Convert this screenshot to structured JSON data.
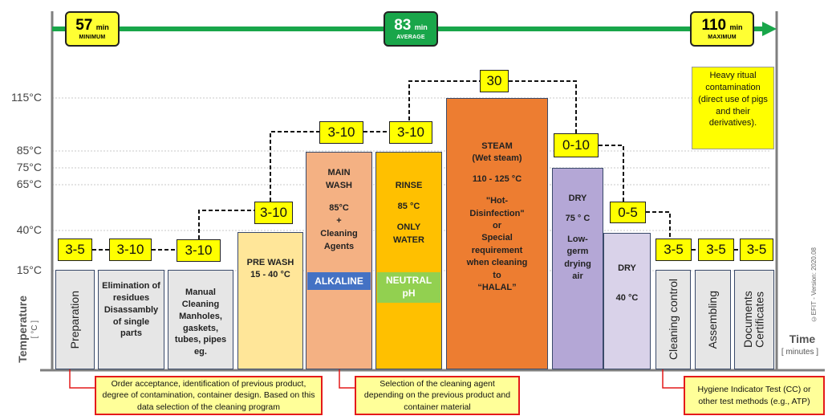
{
  "header": {
    "min": {
      "value": "57",
      "unit": "min",
      "caption": "MINIMUM"
    },
    "avg": {
      "value": "83",
      "unit": "min",
      "caption": "AVERAGE"
    },
    "max": {
      "value": "110",
      "unit": "min",
      "caption": "MAXIMUM"
    }
  },
  "axis": {
    "ylabel": "Temperature",
    "yunit": "[ °C ]",
    "xlabel": "Time",
    "xunit": "[ minutes ]",
    "ticks": [
      "115°C",
      "85°C",
      "75°C",
      "65°C",
      "40°C",
      "15°C"
    ]
  },
  "phases": {
    "preparation": "Preparation",
    "elimination": "Elimination of residues Disassambly of single parts",
    "manual": "Manual Cleaning Manholes, gaskets, tubes, pipes eg.",
    "prewash": "PRE WASH 15 - 40 °C",
    "mainwash": {
      "l1": "MAIN",
      "l2": "WASH",
      "l3": "85°C",
      "l4": "+",
      "l5": "Cleaning",
      "l6": "Agents",
      "tag": "ALKALINE"
    },
    "rinse": {
      "l1": "RINSE",
      "l2": "85 °C",
      "l3": "ONLY",
      "l4": "WATER",
      "tag": "NEUTRAL pH"
    },
    "steam": {
      "l1": "STEAM",
      "l2": "(Wet steam)",
      "l3": "110 - 125 °C",
      "l4": "\"Hot-",
      "l5": "Disinfection\"",
      "l6": "or",
      "l7": "Special",
      "l8": "requirement",
      "l9": "when cleaning",
      "l10": "to",
      "l11": "“HALAL”"
    },
    "dry1": {
      "l1": "DRY",
      "l2": "75 ° C",
      "l3": "Low-",
      "l4": "germ",
      "l5": "drying",
      "l6": "air"
    },
    "dry2": {
      "l1": "DRY",
      "l2": "40 °C"
    },
    "cleaning_control": "Cleaning control",
    "assembling": "Assembling",
    "documents": "Documents Certificates"
  },
  "durations": {
    "preparation": "3-5",
    "elimination": "3-10",
    "manual": "3-10",
    "prewash": "3-10",
    "mainwash": "3-10",
    "rinse": "3-10",
    "steam": "30",
    "dry1": "0-10",
    "dry2": "0-5",
    "cleaning_control": "3-5",
    "assembling": "3-5",
    "documents": "3-5"
  },
  "notes": {
    "heavy": "Heavy ritual contamination (direct use of pigs and their derivatives).",
    "order": "Order acceptance, identification of previous product, degree of contamination, container design. Based on this data selection of the cleaning program",
    "agent": "Selection of the cleaning agent depending on the previous product and container material",
    "hygiene": "Hygiene Indicator Test (CC) or other test methods (e.g., ATP)"
  },
  "copyright": "©EFIT - Version: 2020.08",
  "colors": {
    "green": "#19a64a",
    "yellow": "#ffff00",
    "grey": "#e6e6e6",
    "prewash": "#ffe699",
    "mainwash": "#f4b183",
    "rinse": "#ffc000",
    "steam": "#ed7d31",
    "dry1": "#b4a7d6",
    "dry2": "#d9d2e9",
    "alkaline": "#4472c4",
    "neutral": "#92d050",
    "red": "#e41a1a"
  }
}
